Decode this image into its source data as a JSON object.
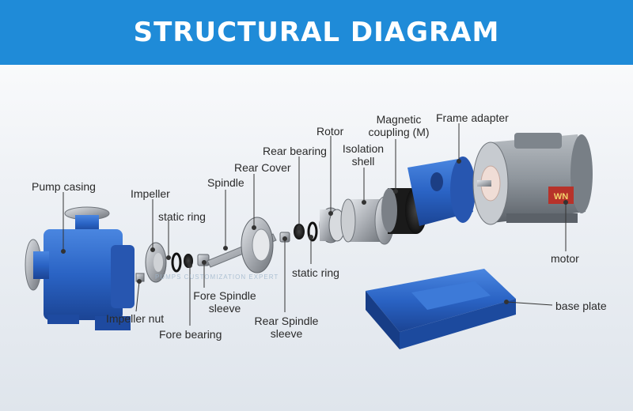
{
  "header": {
    "title": "STRUCTURAL DIAGRAM"
  },
  "watermark": {
    "text": "PUMPS CUSTOMIZATION EXPERT"
  },
  "colors": {
    "banner": "#1f8bd8",
    "pump_blue": "#2a63c4",
    "metal": "#a9adb3",
    "motor_gray": "#8f969d",
    "label_text": "#2a2a2a"
  },
  "labels": {
    "pump_casing": "Pump casing",
    "impeller": "Impeller",
    "static_ring_1": "static ring",
    "spindle": "Spindle",
    "rear_cover": "Rear Cover",
    "rear_bearing": "Rear bearing",
    "rotor": "Rotor",
    "isolation_shell": [
      "Isolation",
      "shell"
    ],
    "magnetic_coupling": [
      "Magnetic",
      "coupling (M)"
    ],
    "frame_adapter": "Frame adapter",
    "motor": "motor",
    "base_plate": "base plate",
    "static_ring_2": "static ring",
    "rear_spindle_sleeve": [
      "Rear Spindle",
      "sleeve"
    ],
    "fore_spindle_sleeve": [
      "Fore Spindle",
      "sleeve"
    ],
    "fore_bearing": "Fore bearing",
    "impeller_nut": "Impeller nut"
  },
  "motor_badge": "WN"
}
